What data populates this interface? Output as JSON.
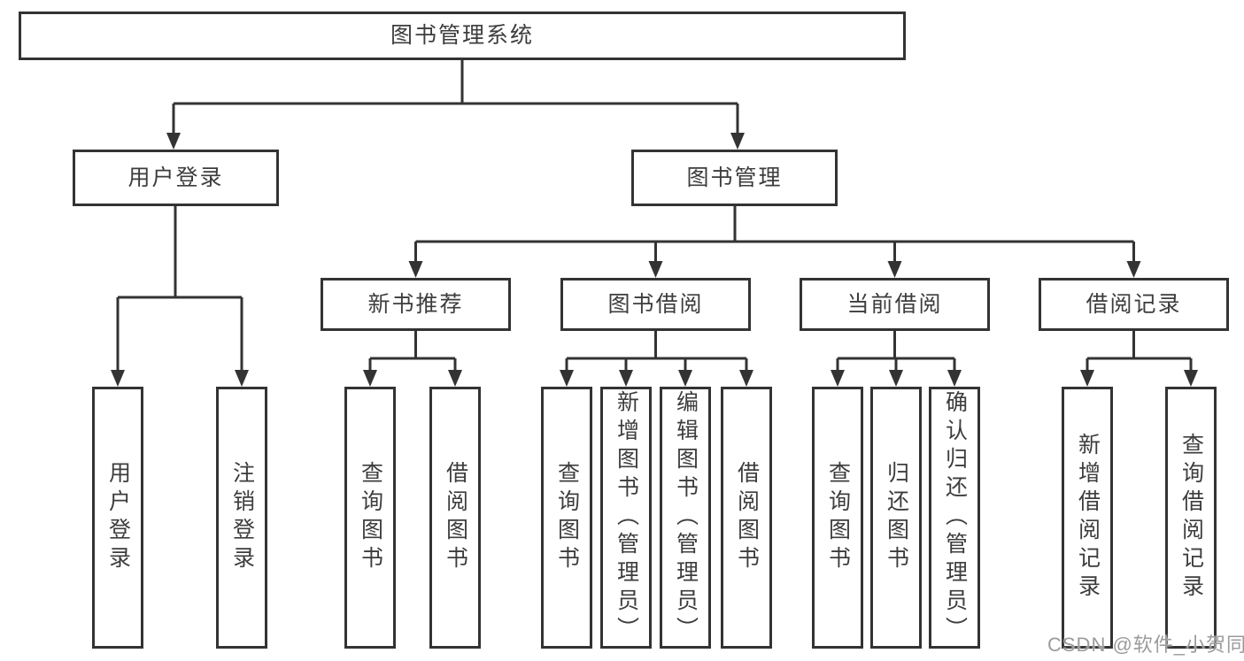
{
  "diagram": {
    "root": {
      "label": "图书管理系统"
    },
    "branches": [
      {
        "label": "用户登录",
        "children": [
          {
            "label": "用户登录"
          },
          {
            "label": "注销登录"
          }
        ]
      },
      {
        "label": "图书管理",
        "groups": [
          {
            "label": "新书推荐",
            "children": [
              {
                "label": "查询图书"
              },
              {
                "label": "借阅图书"
              }
            ]
          },
          {
            "label": "图书借阅",
            "children": [
              {
                "label": "查询图书"
              },
              {
                "label": "新增图书（管理员）"
              },
              {
                "label": "编辑图书（管理员）"
              },
              {
                "label": "借阅图书"
              }
            ]
          },
          {
            "label": "当前借阅",
            "children": [
              {
                "label": "查询图书"
              },
              {
                "label": "归还图书"
              },
              {
                "label": "确认归还（管理员）"
              }
            ]
          },
          {
            "label": "借阅记录",
            "children": [
              {
                "label": "新增借阅记录"
              },
              {
                "label": "查询借阅记录"
              }
            ]
          }
        ]
      }
    ]
  },
  "colors": {
    "line": "#333333",
    "node_border": "#333333",
    "text": "#3d3d3d",
    "watermark": "#9b9b9b"
  },
  "watermark": {
    "text": "CSDN @软件_小贺同学"
  }
}
